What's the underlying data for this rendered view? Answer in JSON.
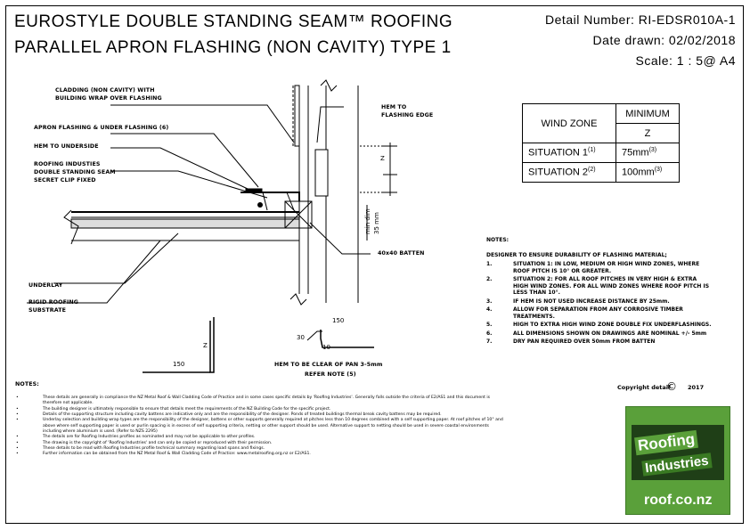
{
  "title": {
    "line1": "EUROSTYLE DOUBLE STANDING SEAM™ ROOFING",
    "line2": "PARALLEL APRON FLASHING (NON CAVITY) TYPE 1"
  },
  "header": {
    "detail_number": "Detail Number:  RI-EDSR010A-1",
    "date_drawn": "Date drawn:  02/02/2018",
    "scale": "Scale:   1 : 5@ A4"
  },
  "wind_table": {
    "h_zone": "WIND ZONE",
    "h_min": "MINIMUM",
    "h_z": "Z",
    "rows": [
      {
        "label": "SITUATION 1",
        "ref": "(1)",
        "value": "75mm",
        "vref": "(3)"
      },
      {
        "label": "SITUATION 2",
        "ref": "(2)",
        "value": "100mm",
        "vref": "(3)"
      }
    ]
  },
  "labels": {
    "cladding_1": "CLADDING (NON CAVITY) WITH",
    "cladding_2": "BUILDING WRAP OVER FLASHING",
    "apron": "APRON FLASHING & UNDER FLASHING (6)",
    "hem_under": "HEM TO UNDERSIDE",
    "seam_1": "ROOFING INDUSTIES",
    "seam_2": "DOUBLE STANDING SEAM",
    "seam_3": "SECRET CLIP FIXED",
    "hem_flash_1": "HEM TO",
    "hem_flash_2": "FLASHING EDGE",
    "batten": "40x40 BATTEN",
    "underlay": "UNDERLAY",
    "substrate_1": "RIGID ROOFING",
    "substrate_2": "SUBSTRATE",
    "min_dim_1": "min dim",
    "min_dim_2": "35 mm",
    "z_dim": "Z",
    "hem_clear_1": "HEM TO BE CLEAR OF PAN 3-5mm",
    "hem_clear_2": "REFER NOTE (5)",
    "dim_150_a": "150",
    "dim_150_b": "150",
    "dim_30": "30",
    "dim_10": "10",
    "dim_z2": "Z"
  },
  "notes_right": {
    "heading": "NOTES:",
    "intro": "DESIGNER TO ENSURE DURABILITY OF FLASHING MATERIAL;",
    "items": [
      {
        "n": "1.",
        "text": "SITUATION 1: IN LOW, MEDIUM OR HIGH WIND ZONES, WHERE ROOF PITCH IS 10° OR GREATER."
      },
      {
        "n": "2.",
        "text": "SITUATION 2: FOR ALL ROOF PITCHES IN VERY HIGH & EXTRA HIGH WIND ZONES. FOR ALL WIND ZONES WHERE ROOF PITCH IS LESS THAN 10°."
      },
      {
        "n": "3.",
        "text": "IF HEM IS NOT USED INCREASE DISTANCE BY 25mm."
      },
      {
        "n": "4.",
        "text": "ALLOW FOR SEPARATION FROM ANY CORROSIVE TIMBER TREATMENTS."
      },
      {
        "n": "5.",
        "text": "HIGH TO EXTRA HIGH WIND ZONE DOUBLE FIX UNDERFLASHINGS."
      },
      {
        "n": "6.",
        "text": "ALL DIMENSIONS SHOWN ON DRAWINGS ARE NOMINAL  +/- 5mm"
      },
      {
        "n": "7.",
        "text": "DRY PAN REQUIRED OVER 50mm FROM BATTEN"
      }
    ]
  },
  "notes_bottom": {
    "heading": "NOTES:",
    "items": [
      {
        "n": "•",
        "text": "These details are generally in compliance the NZ Metal Roof & Wall Cladding Code of Practice and in some cases specific details by 'Roofing Industries'. Generally falls outside the criteria of E2/AS1 and this document is therefore not applicable."
      },
      {
        "n": "•",
        "text": "The building designer is ultimately responsible to ensure that details meet the requirements of the NZ Building Code for the specific project."
      },
      {
        "n": "•",
        "text": "Details of the supporting structure including cavity battens are indicative only and are the responsibility of the designer. Ponds of treated buildings thermal break cavity battens may be required."
      },
      {
        "n": "•",
        "text": "Underlay selection and building wrap types are the responsibility of the designer, battens or other supports generally required at pitches less than 10 degrees combined with a self supporting paper. At roof pitches of 10° and above where self supporting paper is used or purlin spacing is in excess of self supporting criteria, netting or other support should be used. Alternative support to netting should be used in severe coastal environments including where aluminium is used. (Refer to NZS 2295)"
      },
      {
        "n": "•",
        "text": "The details are for Roofing Industries profiles as nominated and may not be applicable to other profiles."
      },
      {
        "n": "•",
        "text": "The drawing is the copyright of 'Roofing Industries' and can only be copied or reproduced with their permission."
      },
      {
        "n": "•",
        "text": "These details to be read with Roofing Industries profile technical summary regarding load spans and fixings."
      },
      {
        "n": "•",
        "text": "Further information can be obtained from the NZ Metal Roof & Wall Cladding Code of Practice: www.metalroofing.org.nz or E2/AS1."
      }
    ]
  },
  "copyright": {
    "text": "Copyright detail",
    "symbol": "©",
    "year": "2017"
  },
  "logo": {
    "line1": "Roofing",
    "line2": "Industries",
    "url": "roof.co.nz",
    "bg": "#5aa03a",
    "dark": "#1f3f17"
  }
}
